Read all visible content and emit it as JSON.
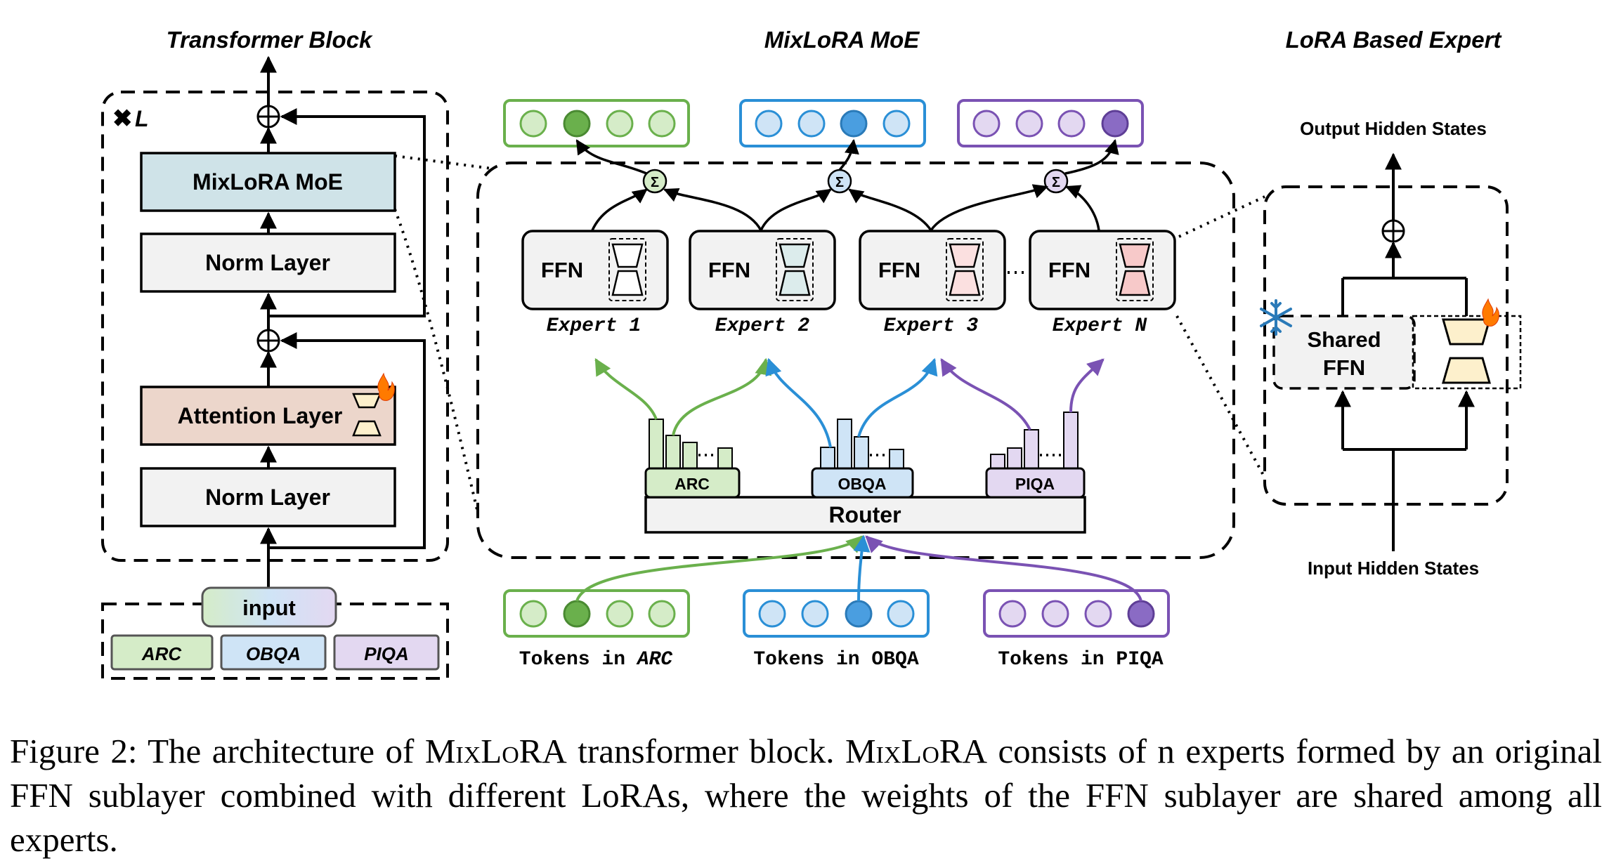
{
  "titles": {
    "transformer_block": "Transformer Block",
    "mixlora_moe": "MixLoRA MoE",
    "lora_expert": "LoRA Based Expert"
  },
  "transformer": {
    "repeat_label": "L",
    "layers": [
      "MixLoRA MoE",
      "Norm Layer",
      "Attention Layer",
      "Norm Layer"
    ],
    "input_label": "input",
    "datasets": [
      "ARC",
      "OBQA",
      "PIQA"
    ]
  },
  "moe": {
    "ffn_label": "FFN",
    "experts": [
      {
        "label_prefix": "Expert",
        "label_index": "1"
      },
      {
        "label_prefix": "Expert",
        "label_index": "2"
      },
      {
        "label_prefix": "Expert",
        "label_index": "3"
      },
      {
        "label_prefix": "Expert",
        "label_index": "N"
      }
    ],
    "sum_symbol": "Σ",
    "router_label": "Router",
    "router_tasks": [
      "ARC",
      "OBQA",
      "PIQA"
    ],
    "token_groups": [
      {
        "prefix": "Tokens in",
        "task": "ARC",
        "task_italic": true
      },
      {
        "prefix": "Tokens in",
        "task": "OBQA",
        "task_italic": false
      },
      {
        "prefix": "Tokens in",
        "task": "PIQA",
        "task_italic": false
      }
    ]
  },
  "expert_detail": {
    "output_label": "Output Hidden States",
    "input_label": "Input Hidden States",
    "shared_ffn_line1": "Shared",
    "shared_ffn_line2": "FFN"
  },
  "caption": {
    "prefix": "Figure 2: The architecture of ",
    "name": "MixLoRA",
    "middle": " transformer block. ",
    "suffix": " consists of n experts formed by an original FFN sublayer combined with different LoRAs, where the weights of the FFN sublayer are shared among all experts."
  },
  "colors": {
    "green": "#6ab04c",
    "green_fill": "#d5ecc8",
    "green_dot": "#6ab04c",
    "blue": "#2a8fd6",
    "blue_fill": "#cfe4f6",
    "blue_dot": "#4a9ee0",
    "purple": "#7a52b3",
    "purple_fill": "#e3d8f1",
    "purple_dot": "#8a6bc4",
    "moe_box": "#cfe3e8",
    "attn_box": "#ecd6cb",
    "layer_box": "#f2f2f2",
    "lora_beige": "#fdf0cc",
    "lora_pink": "#f7c9c9",
    "lora_teal": "#dcecec"
  }
}
